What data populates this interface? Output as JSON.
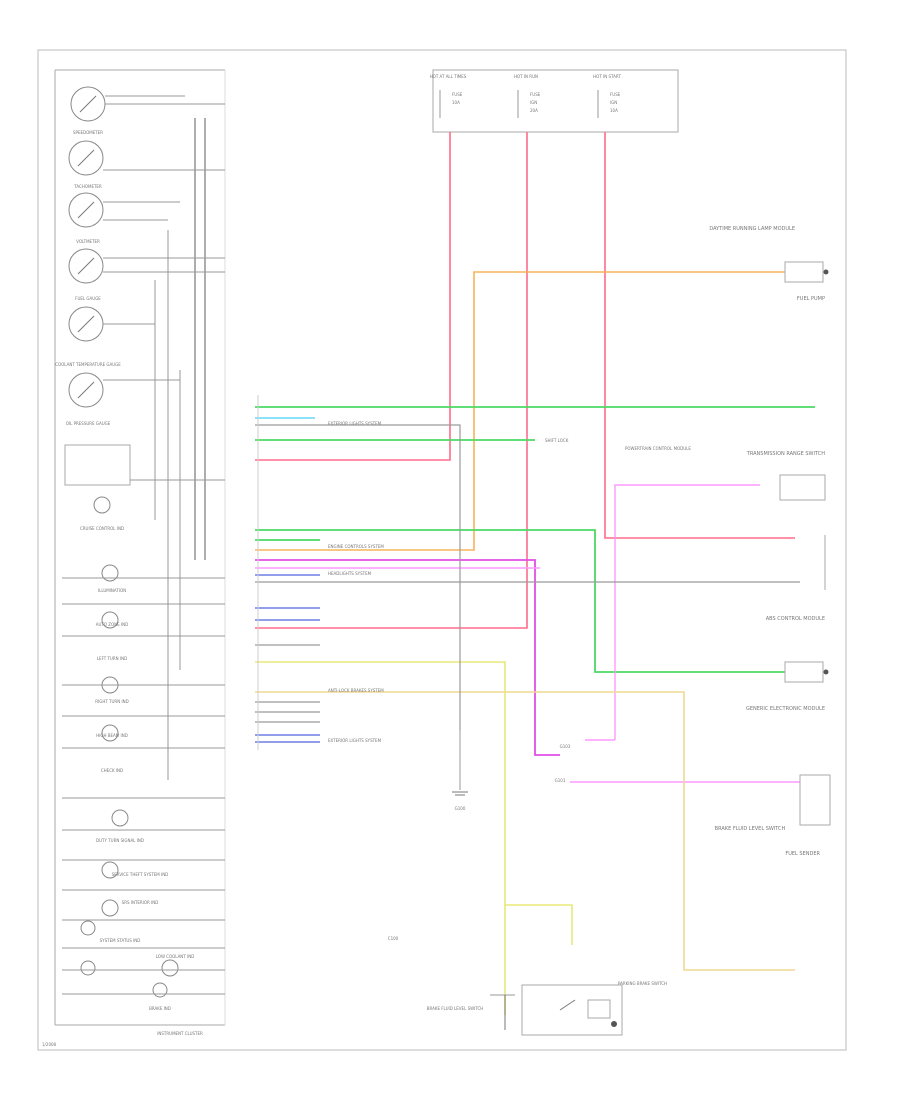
{
  "diagram": {
    "footer_code": "1/2008",
    "cluster_label": "INSTRUMENT CLUSTER",
    "gauges": [
      "SPEEDOMETER",
      "TACHOMETER",
      "VOLTMETER",
      "FUEL GAUGE",
      "COOLANT TEMPERATURE GAUGE",
      "OIL PRESSURE GAUGE"
    ],
    "indicators": [
      "CRUISE CONTROL IND",
      "ILLUMINATION",
      "AUTO ZONE IND",
      "LEFT TURN IND",
      "RIGHT TURN IND",
      "HIGH BEAM IND",
      "CHECK IND",
      "DUTY TURN SIGNAL IND",
      "SERVICE THEFT SYSTEM IND",
      "SRS INTERIOR IND",
      "SYSTEM STATUS IND",
      "LOW COOLANT IND",
      "BRAKE IND"
    ],
    "fuse_blocks": [
      {
        "title": "HOT AT ALL TIMES",
        "lines": [
          "FUSE",
          "10A"
        ]
      },
      {
        "title": "HOT IN RUN",
        "lines": [
          "FUSE",
          "IGN",
          "20A"
        ]
      },
      {
        "title": "HOT IN START",
        "lines": [
          "FUSE",
          "IGN",
          "10A"
        ]
      }
    ],
    "right_components": [
      "DAYTIME RUNNING LAMP MODULE",
      "FUEL PUMP",
      "TRANSMISSION RANGE SWITCH",
      "ABS CONTROL MODULE",
      "GENERIC ELECTRONIC MODULE",
      "BRAKE FLUID LEVEL SWITCH",
      "FUEL SENDER"
    ],
    "circuit_notes": [
      "EXTERIOR LIGHTS SYSTEM",
      "SHIFT LOCK",
      "ENGINE CONTROLS SYSTEM",
      "HEADLIGHTS SYSTEM",
      "ANTI-LOCK BRAKES SYSTEM",
      "POWERTRAIN CONTROL MODULE",
      "EXTERIOR LIGHTS SYSTEM"
    ],
    "lower_labels": [
      "PARKING BRAKE SWITCH",
      "BRAKE FLUID LEVEL SWITCH",
      "C100",
      "G100",
      "G101",
      "G103"
    ],
    "wire_colors": {
      "red": "#ff6b8a",
      "pink": "#ff7fb0",
      "green": "#4cd964",
      "orange": "#f7b35a",
      "magenta": "#e24ee6",
      "violet": "#ff99ff",
      "tan": "#f0d890",
      "yellow": "#e8e87a",
      "cyan": "#66d9f5",
      "blue": "#6f7fe6",
      "gray": "#9a9a9a"
    }
  }
}
